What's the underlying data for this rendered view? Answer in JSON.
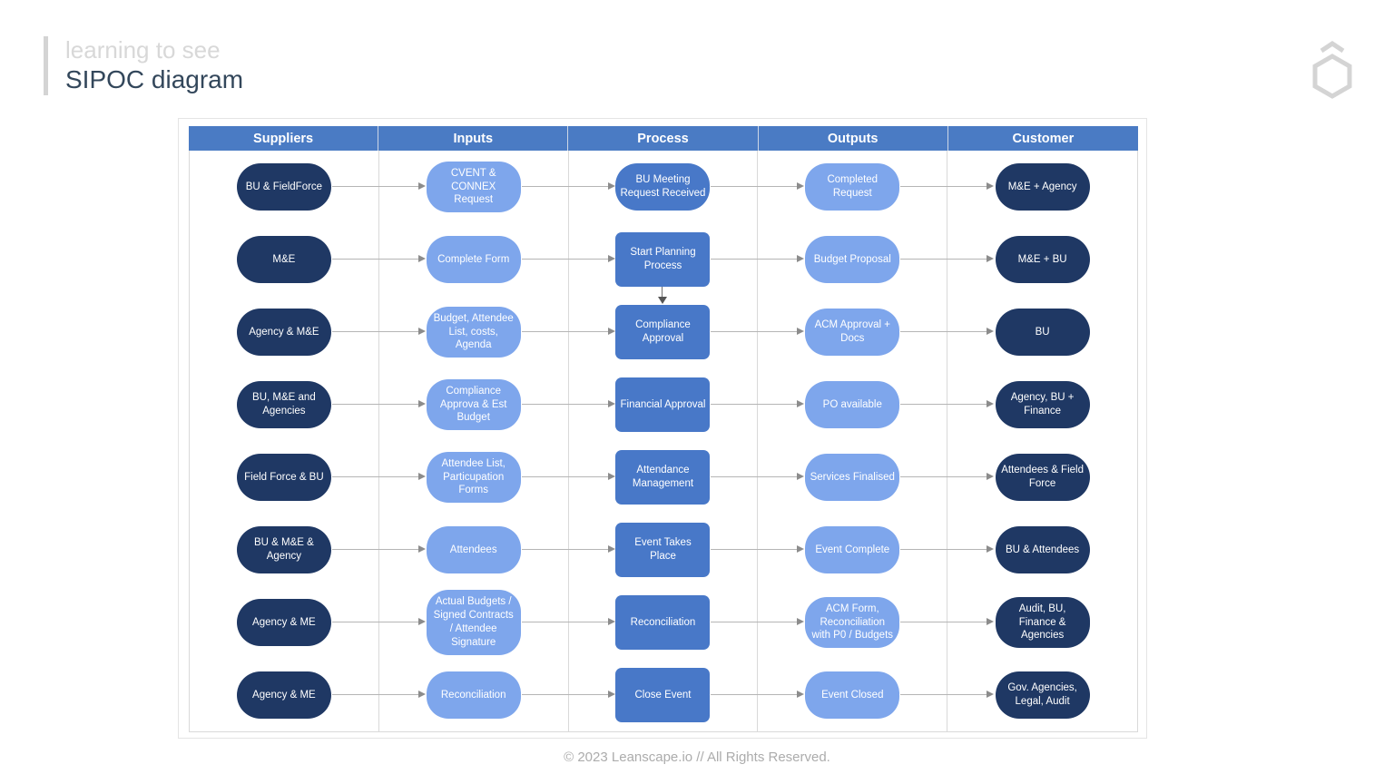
{
  "header": {
    "kicker": "learning to see",
    "title": "SIPOC diagram"
  },
  "logo": {
    "icon": "hexagon-chevron-logo"
  },
  "footer": {
    "copyright": "© 2023 Leanscape.io // All Rights Reserved."
  },
  "colors": {
    "header_blue": "#4A7BC4",
    "process_blue": "#4878C8",
    "light_blue": "#7EA6EC",
    "dark_navy": "#1F3864",
    "grid_gray": "#D9D9D9",
    "arrow_gray": "#8C8C8C"
  },
  "table": {
    "columns": [
      "Suppliers",
      "Inputs",
      "Process",
      "Outputs",
      "Customer"
    ],
    "rows": [
      {
        "supplier": "BU & FieldForce",
        "input": "CVENT & CONNEX Request",
        "process": "BU Meeting Request Received",
        "process_shape": "rounded",
        "down_arrow": false,
        "output": "Completed Request",
        "customer": "M&E + Agency"
      },
      {
        "supplier": "M&E",
        "input": "Complete Form",
        "process": "Start Planning Process",
        "process_shape": "rect",
        "down_arrow": true,
        "output": "Budget Proposal",
        "customer": "M&E + BU"
      },
      {
        "supplier": "Agency & M&E",
        "input": "Budget, Attendee List, costs, Agenda",
        "process": "Compliance Approval",
        "process_shape": "rect",
        "down_arrow": false,
        "output": "ACM Approval + Docs",
        "customer": "BU"
      },
      {
        "supplier": "BU, M&E and Agencies",
        "input": "Compliance Approva & Est Budget",
        "process": "Financial Approval",
        "process_shape": "rect",
        "down_arrow": false,
        "output": "PO  available",
        "customer": "Agency, BU + Finance"
      },
      {
        "supplier": "Field Force & BU",
        "input": "Attendee List, Particupation Forms",
        "process": "Attendance Management",
        "process_shape": "rect",
        "down_arrow": false,
        "output": "Services Finalised",
        "customer": "Attendees & Field Force"
      },
      {
        "supplier": "BU & M&E & Agency",
        "input": "Attendees",
        "process": "Event Takes Place",
        "process_shape": "rect",
        "down_arrow": false,
        "output": "Event Complete",
        "customer": "BU & Attendees"
      },
      {
        "supplier": "Agency & ME",
        "input": "Actual Budgets / Signed Contracts / Attendee Signature",
        "process": "Reconciliation",
        "process_shape": "rect",
        "down_arrow": false,
        "output": "ACM Form, Reconciliation with P0 / Budgets",
        "customer": "Audit, BU, Finance & Agencies"
      },
      {
        "supplier": "Agency & ME",
        "input": "Reconciliation",
        "process": "Close Event",
        "process_shape": "rect",
        "down_arrow": false,
        "output": "Event Closed",
        "customer": "Gov. Agencies, Legal, Audit"
      }
    ]
  }
}
